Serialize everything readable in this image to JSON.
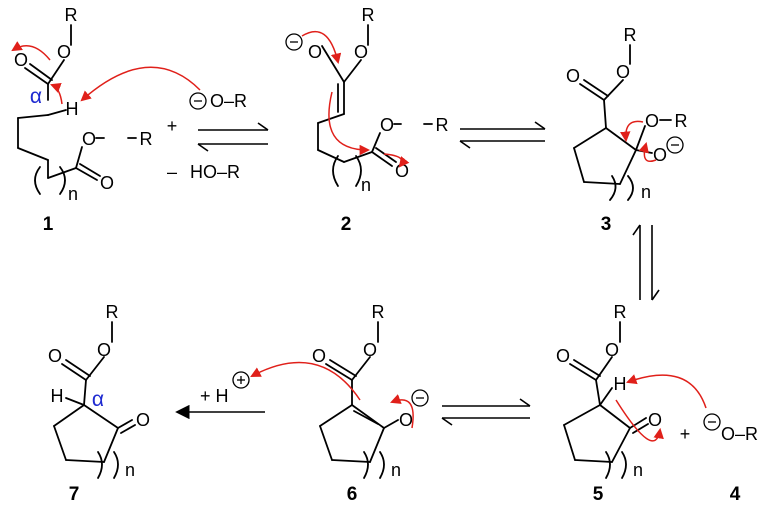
{
  "colors": {
    "arrow": "#e0201a",
    "alpha": "#1f2bd1",
    "bond": "#000000"
  },
  "labels": {
    "R": "R",
    "O": "O",
    "H": "H",
    "n": "n",
    "alpha": "α",
    "O_R": "O–R",
    "plus": "+",
    "minus": "–",
    "HO_R": "HO–R",
    "H_plus": "H",
    "add_H": "+ H"
  },
  "compounds": [
    "1",
    "2",
    "3",
    "4",
    "5",
    "6",
    "7"
  ],
  "icons": [
    "minus-charge-icon",
    "plus-charge-icon",
    "electron-push-arrow"
  ]
}
